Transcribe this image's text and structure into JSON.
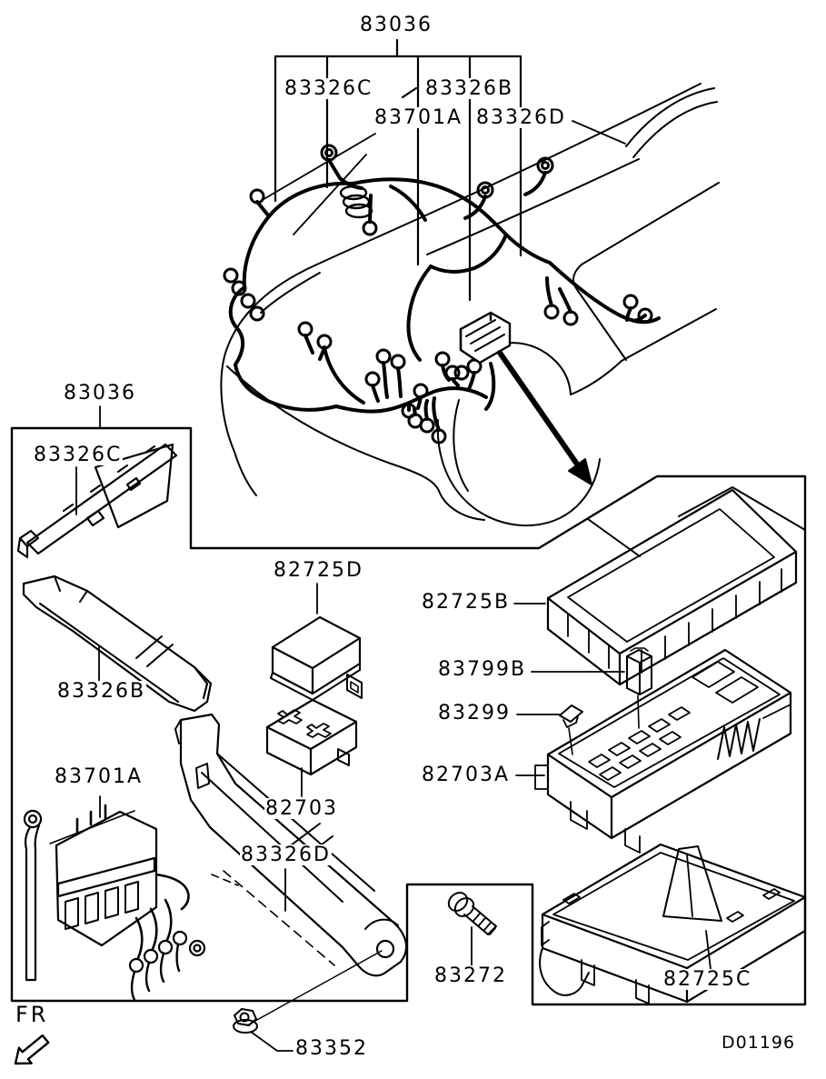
{
  "diagram": {
    "kind": "parts-catalog-exploded-diagram",
    "subject": "engine wiring harness and engine-room fuse/relay box",
    "ink_color": "#000000",
    "paper_color": "#ffffff",
    "drawing_code": "D01196",
    "front_marker": "FR",
    "labels": {
      "top_83036": "83036",
      "top_83326C": "83326C",
      "top_83326B": "83326B",
      "top_83701A": "83701A",
      "top_83326D": "83326D",
      "box_83036": "83036",
      "box_83326C": "83326C",
      "box_83326B": "83326B",
      "box_83701A": "83701A",
      "mid_82725D": "82725D",
      "mid_82703": "82703",
      "mid_83326D": "83326D",
      "right_82725B": "82725B",
      "right_83799B": "83799B",
      "right_83299": "83299",
      "right_82703A": "82703A",
      "right_83272": "83272",
      "right_82725C": "82725C",
      "bottom_83352": "83352"
    }
  }
}
